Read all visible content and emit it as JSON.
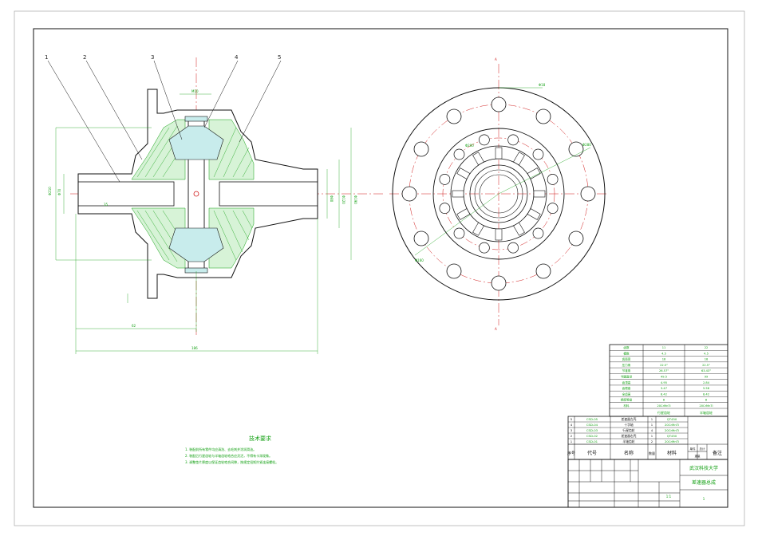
{
  "drawing": {
    "part_labels": [
      "1",
      "2",
      "3",
      "4",
      "5"
    ],
    "tech_notes": {
      "title": "技术要求",
      "items": [
        "1. 装配前所有零件均应清洗、去毛刺并涂润滑油。",
        "2. 装配后行星齿轮与半轴齿轮啮合应灵活，不得有卡滞现象。",
        "3. 调整垫片厚度以保证齿轮啮合间隙，按规定扭矩拧紧连接螺栓。"
      ]
    }
  },
  "param_table": {
    "col1_header": "行星齿轮",
    "col2_header": "半轴齿轮",
    "rows": [
      {
        "name": "齿数",
        "v1": "11",
        "v2": "22"
      },
      {
        "name": "模数",
        "v1": "4.5",
        "v2": "4.5"
      },
      {
        "name": "齿面宽",
        "v1": "18",
        "v2": "18"
      },
      {
        "name": "压力角",
        "v1": "22.5°",
        "v2": "22.5°"
      },
      {
        "name": "节锥角",
        "v1": "26.57°",
        "v2": "63.43°"
      },
      {
        "name": "节圆直径",
        "v1": "49.5",
        "v2": "99"
      },
      {
        "name": "齿顶高",
        "v1": "4.95",
        "v2": "2.84"
      },
      {
        "name": "齿根高",
        "v1": "3.47",
        "v2": "5.58"
      },
      {
        "name": "全齿高",
        "v1": "8.42",
        "v2": "8.42"
      },
      {
        "name": "精度等级",
        "v1": "8",
        "v2": "8"
      },
      {
        "name": "材料",
        "v1": "20CrMnTi",
        "v2": "20CrMnTi"
      }
    ]
  },
  "bom": {
    "rows": [
      {
        "no": "5",
        "code": "CSD-05",
        "name": "差速器左壳",
        "qty": "1",
        "mat": "QT450"
      },
      {
        "no": "4",
        "code": "CSD-04",
        "name": "十字轴",
        "qty": "1",
        "mat": "20CrMnTi"
      },
      {
        "no": "3",
        "code": "CSD-03",
        "name": "行星齿轮",
        "qty": "4",
        "mat": "20CrMnTi"
      },
      {
        "no": "2",
        "code": "CSD-02",
        "name": "差速器右壳",
        "qty": "1",
        "mat": "QT450"
      },
      {
        "no": "1",
        "code": "CSD-01",
        "name": "半轴齿轮",
        "qty": "2",
        "mat": "20CrMnTi"
      }
    ],
    "header": {
      "no": "序号",
      "code": "代号",
      "name": "名称",
      "qty": "数量",
      "mat": "材料",
      "w1": "单件",
      "w2": "总计",
      "w3": "重量",
      "note": "备注"
    }
  },
  "title_block": {
    "school": "武汉科技大学",
    "drawing_name": "差速器总成",
    "scale": "1:1",
    "sheet": "1"
  }
}
